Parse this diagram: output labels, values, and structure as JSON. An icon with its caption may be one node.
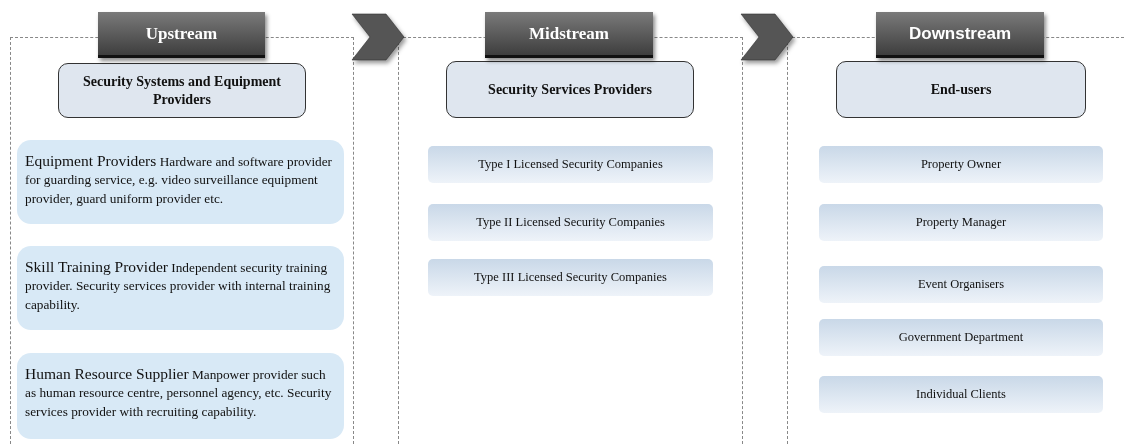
{
  "diagram": {
    "nodes": [
      {
        "text": [],
        "shape": "box"
      },
      {
        "text": [
          "Upstream"
        ]
      },
      {
        "text": [
          "Security Systems and Equipment Providers"
        ],
        "in": 0
      },
      {
        "text": [
          "Equipment Providers",
          "Hardware and software provider for guarding service, e.g. video surveillance equipment provider, guard uniform provider etc."
        ],
        "in": 0
      },
      {
        "text": [
          "Skill Training Provider",
          "Independent security training provider. Security services provider with internal training capability."
        ],
        "in": 0
      },
      {
        "text": [
          "Human Resource Supplier",
          "Manpower provider such as human resource centre, personnel agency, etc. Security services provider with recruiting capability."
        ],
        "in": 0
      },
      {
        "text": [],
        "shape": "box"
      },
      {
        "text": [
          "Midstream"
        ]
      },
      {
        "text": [
          "Security Services Providers"
        ],
        "in": 6
      },
      {
        "text": [
          "Type I Licensed Security Companies"
        ],
        "in": 6
      },
      {
        "text": [
          "Type II Licensed Security Companies"
        ],
        "in": 6
      },
      {
        "text": [
          "Type III Licensed Security Companies"
        ],
        "in": 6
      },
      {
        "text": [],
        "shape": "box"
      },
      {
        "text": [
          "Downstream"
        ]
      },
      {
        "text": [
          "End-users"
        ],
        "in": 12
      },
      {
        "text": [
          "Property Owner"
        ],
        "in": 12
      },
      {
        "text": [
          "Property Manager"
        ],
        "in": 12
      },
      {
        "text": [
          "Event Organisers"
        ],
        "in": 12
      },
      {
        "text": [
          "Government Department"
        ],
        "in": 12
      },
      {
        "text": [
          "Individual Clients"
        ],
        "in": 12
      }
    ],
    "edges": [
      {
        "from": 0,
        "to": 6,
        "arrow": "to"
      },
      {
        "from": 6,
        "to": 12,
        "arrow": "to"
      }
    ]
  }
}
